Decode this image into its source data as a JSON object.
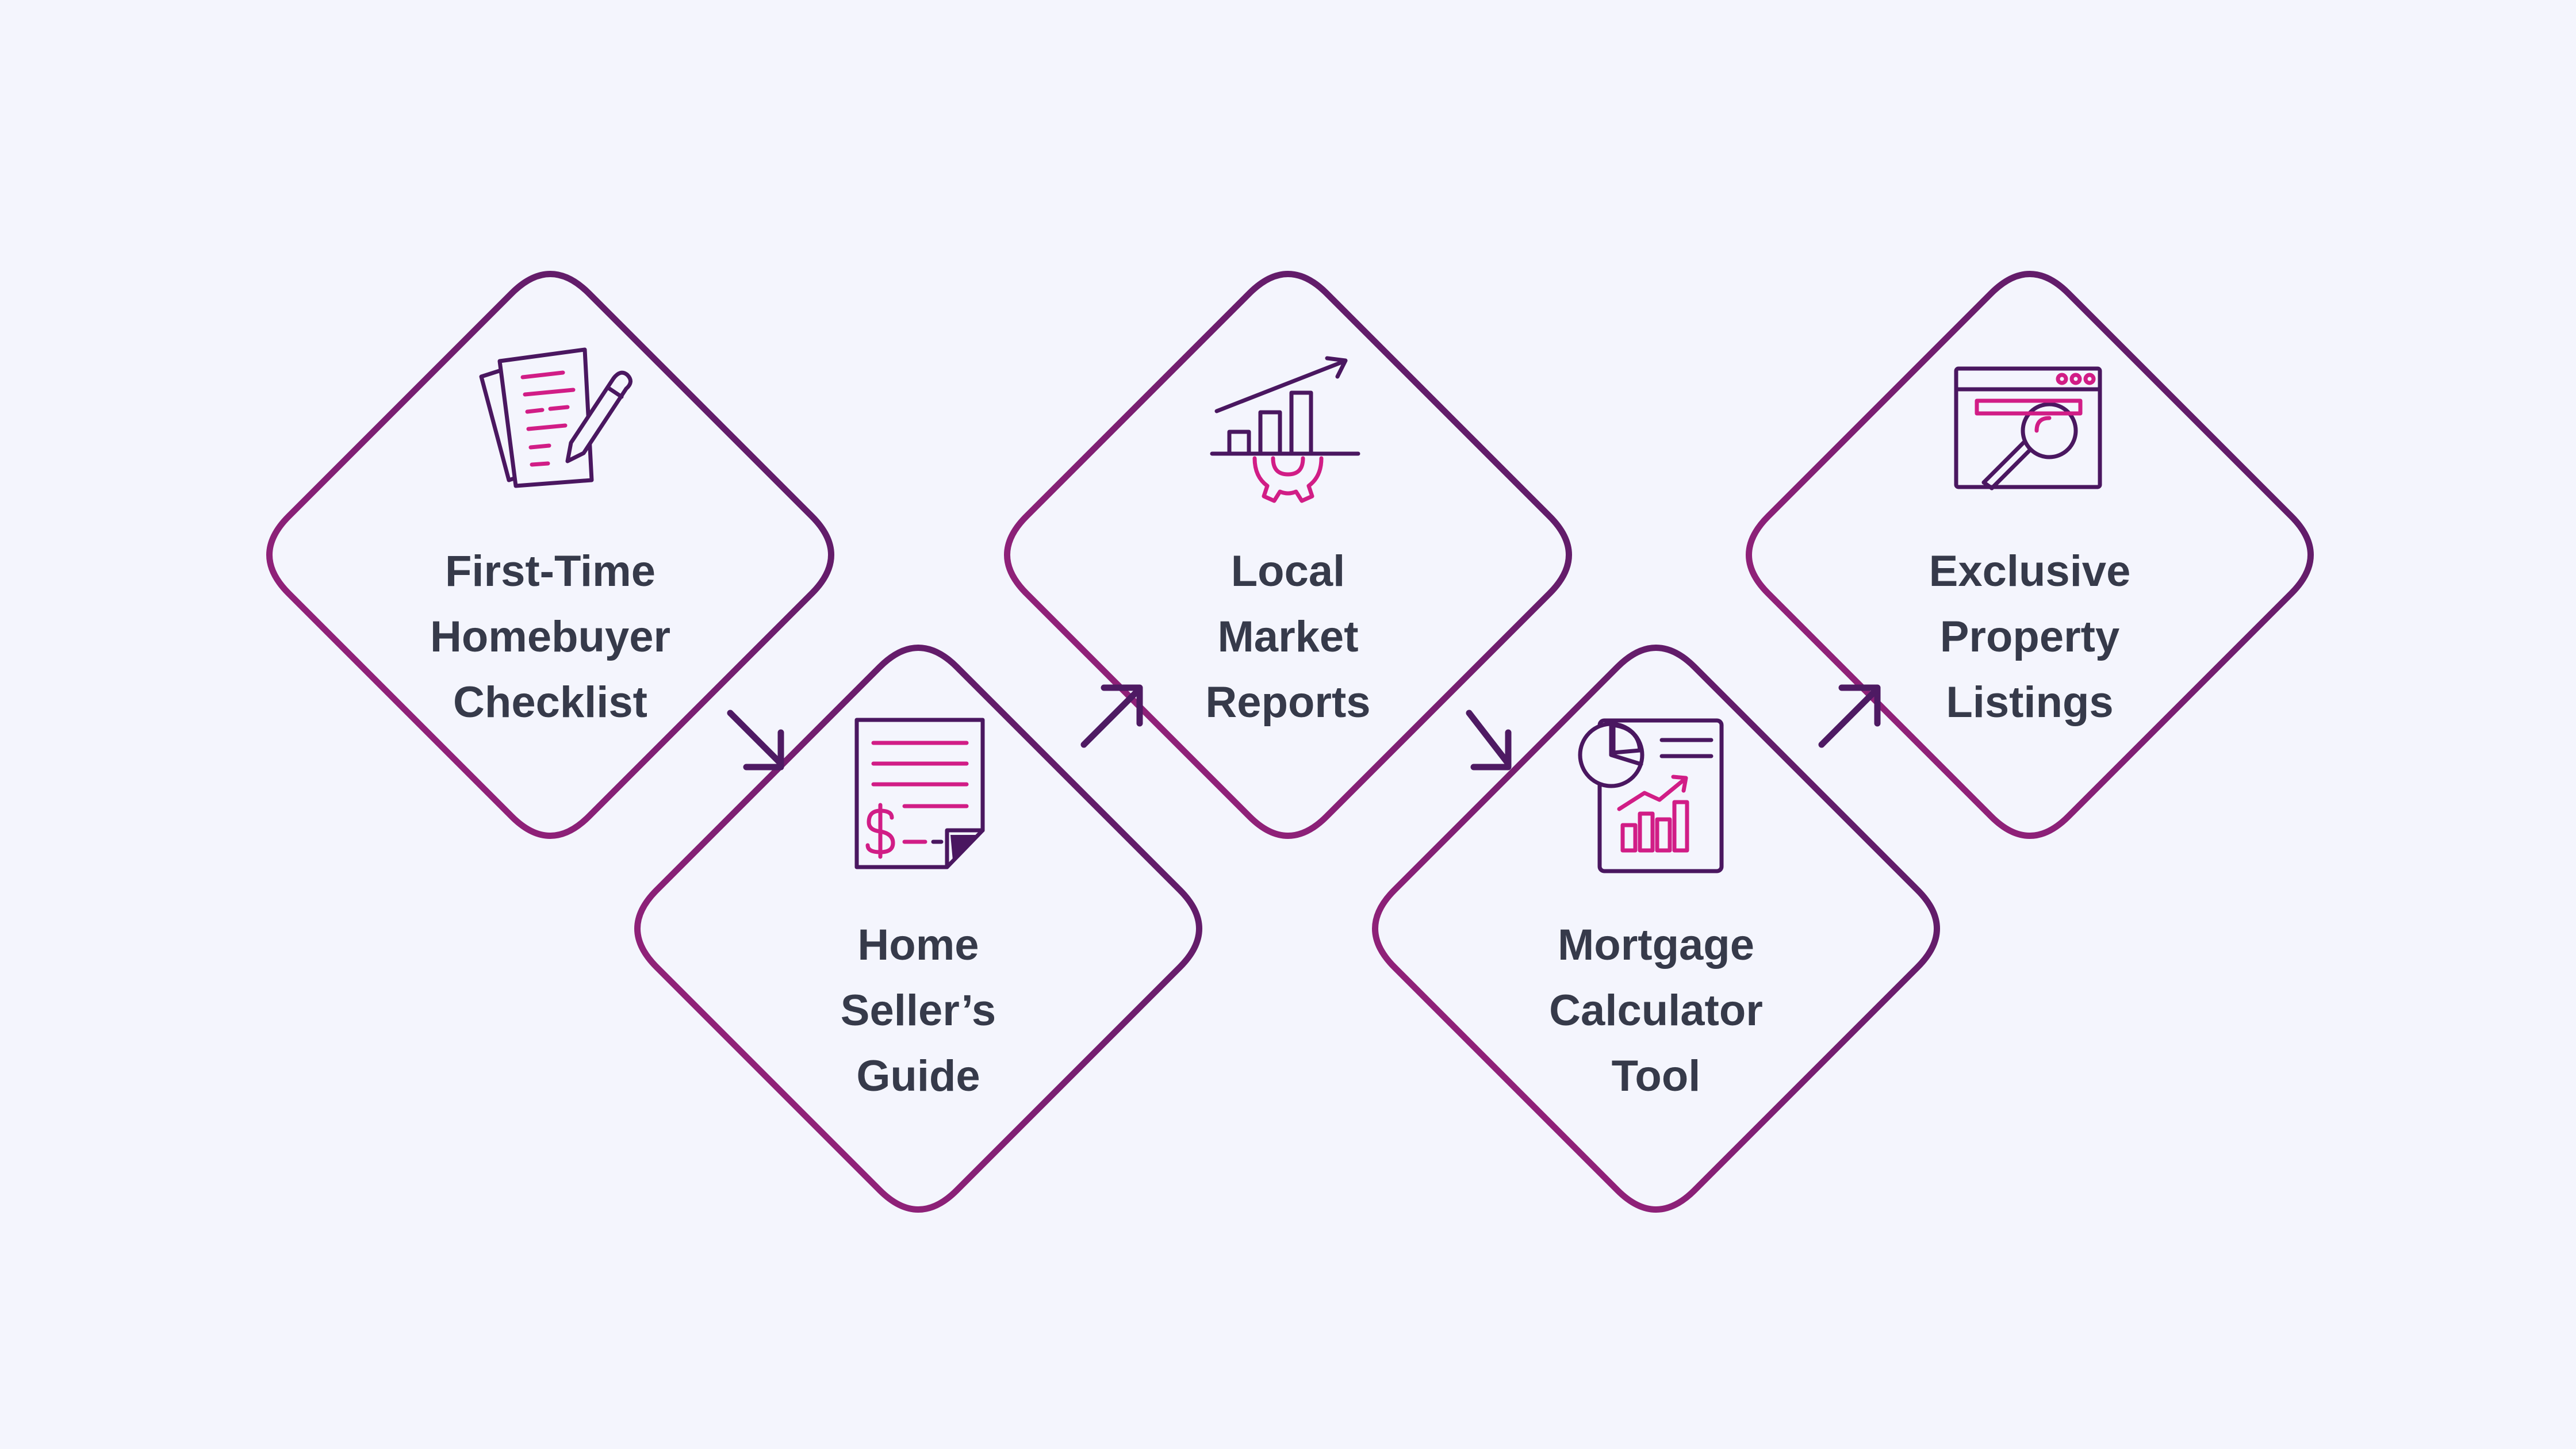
{
  "colors": {
    "background": "#f4f5fd",
    "outline_dark": "#4e1a63",
    "outline_light": "#a3237f",
    "icon_dark": "#4a1760",
    "icon_accent": "#d11d86",
    "text": "#363a4a"
  },
  "steps": [
    {
      "id": "first-time-homebuyer-checklist",
      "icon": "checklist-pencil-icon",
      "lines": [
        "First-Time",
        "Homebuyer",
        "Checklist"
      ]
    },
    {
      "id": "home-sellers-guide",
      "icon": "dollar-document-icon",
      "lines": [
        "Home",
        "Seller’s",
        "Guide"
      ]
    },
    {
      "id": "local-market-reports",
      "icon": "growth-chart-gear-icon",
      "lines": [
        "Local",
        "Market",
        "Reports"
      ]
    },
    {
      "id": "mortgage-calculator-tool",
      "icon": "pie-bar-report-icon",
      "lines": [
        "Mortgage",
        "Calculator",
        "Tool"
      ]
    },
    {
      "id": "exclusive-property-listings",
      "icon": "browser-search-icon",
      "lines": [
        "Exclusive",
        "Property",
        "Listings"
      ]
    }
  ],
  "connectors": [
    "arrow-down-right-icon",
    "arrow-up-right-icon",
    "arrow-down-right-icon",
    "arrow-up-right-icon"
  ]
}
